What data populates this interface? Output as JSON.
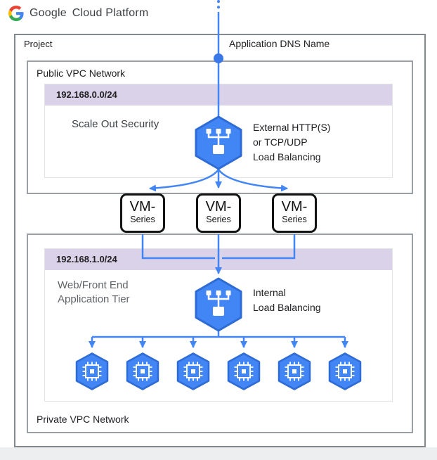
{
  "header": {
    "logo": {
      "brand": "Google",
      "product": "Cloud Platform"
    }
  },
  "project": {
    "label": "Project"
  },
  "dns": {
    "label": "Application DNS Name"
  },
  "public_vpc": {
    "title": "Public VPC Network",
    "subnet": {
      "cidr": "192.168.0.0/24",
      "name": "Scale Out Security"
    },
    "load_balancer": {
      "label_line1": "External HTTP(S)",
      "label_line2": "or TCP/UDP",
      "label_line3": "Load Balancing"
    }
  },
  "vm_series": {
    "boxes": [
      {
        "line1": "VM-",
        "line2": "Series"
      },
      {
        "line1": "VM-",
        "line2": "Series"
      },
      {
        "line1": "VM-",
        "line2": "Series"
      }
    ]
  },
  "private_vpc": {
    "title": "Private VPC Network",
    "subnet": {
      "cidr": "192.168.1.0/24",
      "name_line1": "Web/Front End",
      "name_line2": "Application Tier"
    },
    "load_balancer": {
      "label_line1": "Internal",
      "label_line2": "Load Balancing"
    },
    "compute_instances": 6
  },
  "colors": {
    "accent_blue": "#4285F4",
    "hexagon_stroke": "#2E6BD4",
    "subnet_banner": "#D9D2E9",
    "vpc_border": "#9AA0A6",
    "project_border": "#84898E",
    "google_red": "#EA4335",
    "google_yellow": "#FBBC05",
    "google_green": "#34A853"
  },
  "icons": {
    "google_logo": "google-g-icon",
    "load_balancer": "load-balancer-icon",
    "compute": "compute-chip-icon",
    "dns_node": "dns-node-dot"
  }
}
